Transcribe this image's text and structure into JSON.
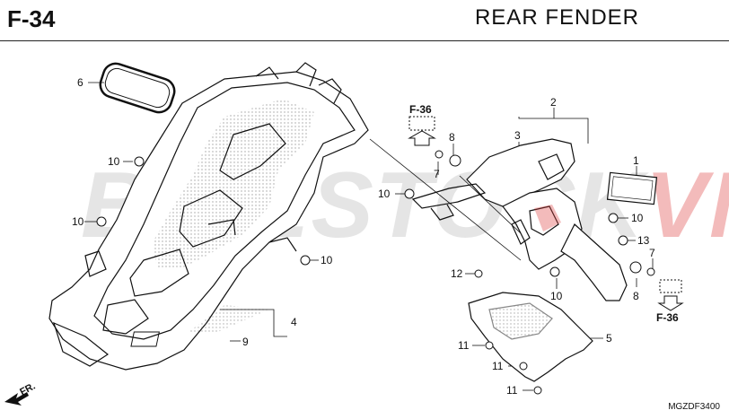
{
  "header": {
    "section_code": "F-34",
    "title": "REAR  FENDER"
  },
  "watermark": {
    "text_a": "BIKESTOCK",
    "text_b": "VN"
  },
  "callouts": [
    {
      "id": "c6",
      "label": "6"
    },
    {
      "id": "c10a",
      "label": "10"
    },
    {
      "id": "c10b",
      "label": "10"
    },
    {
      "id": "c10c",
      "label": "10"
    },
    {
      "id": "c10d",
      "label": "10"
    },
    {
      "id": "c10e",
      "label": "10"
    },
    {
      "id": "c10f",
      "label": "10"
    },
    {
      "id": "c4",
      "label": "4"
    },
    {
      "id": "c9",
      "label": "9"
    },
    {
      "id": "c2",
      "label": "2"
    },
    {
      "id": "c3",
      "label": "3"
    },
    {
      "id": "c1",
      "label": "1"
    },
    {
      "id": "c8a",
      "label": "8"
    },
    {
      "id": "c8b",
      "label": "8"
    },
    {
      "id": "c7a",
      "label": "7"
    },
    {
      "id": "c7b",
      "label": "7"
    },
    {
      "id": "c13",
      "label": "13"
    },
    {
      "id": "c12",
      "label": "12"
    },
    {
      "id": "c5",
      "label": "5"
    },
    {
      "id": "c11a",
      "label": "11"
    },
    {
      "id": "c11b",
      "label": "11"
    },
    {
      "id": "c11c",
      "label": "11"
    }
  ],
  "refs": {
    "top": "F-36",
    "bottom": "F-36"
  },
  "direction_label": "FR.",
  "drawing_code": "MGZDF3400"
}
